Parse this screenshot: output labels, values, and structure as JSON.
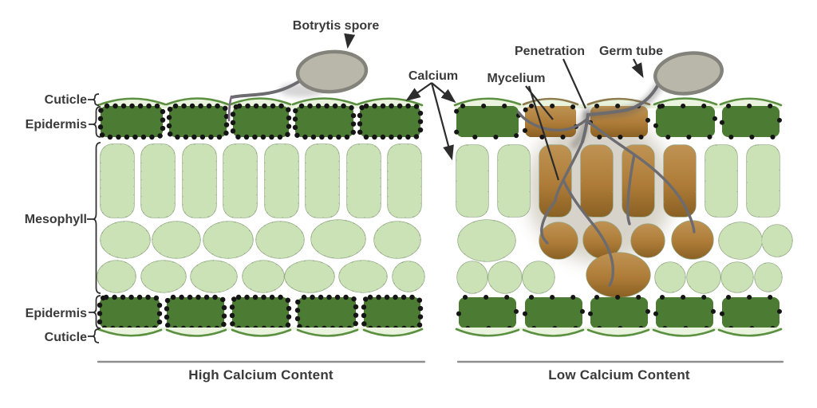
{
  "callouts": {
    "botrytis_spore": "Botrytis spore",
    "calcium": "Calcium",
    "mycelium": "Mycelium",
    "penetration": "Penetration",
    "germ_tube": "Germ tube"
  },
  "layer_labels": {
    "cuticle_top": "Cuticle",
    "epidermis_top": "Epidermis",
    "mesophyll": "Mesophyll",
    "epidermis_bottom": "Epidermis",
    "cuticle_bottom": "Cuticle"
  },
  "panels": {
    "high": {
      "caption": "High Calcium Content"
    },
    "low": {
      "caption": "Low Calcium Content"
    }
  },
  "icons": {
    "calcium_dot": "black-dot",
    "pointer_arrow": "black-arrowhead"
  },
  "colors": {
    "background": "#ffffff",
    "epidermis_green": "#4c7b34",
    "mesophyll_green": "#cbe2b6",
    "cell_outline": "#8fa482",
    "cuticle_green": "#5b9040",
    "cuticle_fill": "#eaf3de",
    "cuticle_damaged": "#8d7b4e",
    "infected_brown": "#ae7c38",
    "infected_brown_light": "#bf9354",
    "infected_brown_dark": "#8a6124",
    "spore_gray_fill": "#b9b6aa",
    "spore_gray_outline": "#83837c",
    "mycelium_gray": "#6b6b70",
    "calcium_dot_black": "#151515",
    "label_gray": "#3a3a3a",
    "rule_gray": "#8f8f8f"
  }
}
